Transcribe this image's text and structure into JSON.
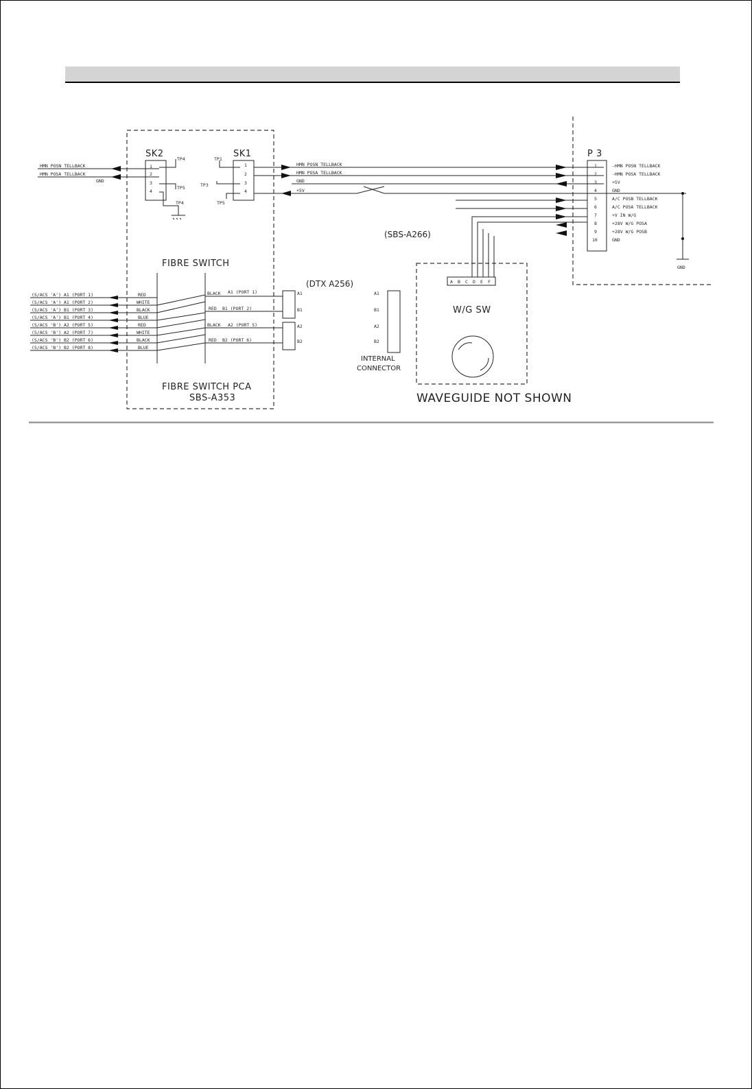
{
  "labels": {
    "sk2": "SK2",
    "sk1": "SK1",
    "p3": "P 3",
    "sbs_a266": "(SBS-A266)",
    "fibre_switch": "FIBRE SWITCH",
    "dtx_a256": "(DTX A256)",
    "wg_sw": "W/G SW",
    "fibre_switch_pca_line1": "FIBRE SWITCH PCA",
    "fibre_switch_pca_line2": "SBS-A353",
    "internal_connector_line1": "INTERNAL",
    "internal_connector_line2": "CONNECTOR",
    "waveguide_not_shown": "WAVEGUIDE NOT SHOWN",
    "gnd_ground": "GND"
  },
  "sk2_inputs": [
    {
      "text": "HMN POSN TELLBACK"
    },
    {
      "text": "HMN POSA TELLBACK"
    },
    {
      "text": "GND"
    }
  ],
  "sk2_pins": [
    "1",
    "2",
    "3",
    "4"
  ],
  "sk2_tps": [
    "TP4",
    "TP5",
    "TP4"
  ],
  "sk1_pins": [
    "1",
    "2",
    "3",
    "4"
  ],
  "sk1_tps": [
    "TP1",
    "TP3",
    "TP5"
  ],
  "mid_signals": [
    {
      "text": "HMN POSN TELLBACK"
    },
    {
      "text": "HMN POSA TELLBACK"
    },
    {
      "text": "GND"
    },
    {
      "text": "+5V"
    }
  ],
  "p3_pins": [
    {
      "num": "1",
      "text": "-HMN POSN TELLBACK"
    },
    {
      "num": "2",
      "text": "-HMN POSA TELLBACK"
    },
    {
      "num": "3",
      "text": "+5V"
    },
    {
      "num": "4",
      "text": "GND"
    },
    {
      "num": "5",
      "text": "A/C POSB TELLBACK"
    },
    {
      "num": "6",
      "text": "A/C POSA TELLBACK"
    },
    {
      "num": "7",
      "text": "+V IN W/G"
    },
    {
      "num": "8",
      "text": "+28V W/G POSA"
    },
    {
      "num": "9",
      "text": "+28V W/G POSB"
    },
    {
      "num": "10",
      "text": "GND"
    }
  ],
  "wg_pins": [
    "A",
    "B",
    "C",
    "D",
    "E",
    "F"
  ],
  "fibre_inputs": [
    "(S/ACS 'A') A1 (PORT 1)",
    "(S/ACS 'A') A1 (PORT 2)",
    "(S/ACS 'A') B1 (PORT 3)",
    "(S/ACS 'A') B1 (PORT 4)",
    "(S/ACS 'B') A2 (PORT 5)",
    "(S/ACS 'B') A2 (PORT 7)",
    "(S/ACS 'B') B2 (PORT 6)",
    "(S/ACS 'B') B2 (PORT 8)"
  ],
  "wire_colors": [
    "RED",
    "WHITE",
    "BLACK",
    "BLUE",
    "RED",
    "WHITE",
    "BLACK",
    "BLUE"
  ],
  "fibre_outputs": [
    {
      "color": "BLACK",
      "text": "A1 (PORT 1)"
    },
    {
      "color": "RED",
      "text": "B1 (PORT 2)"
    },
    {
      "color": "BLACK",
      "text": "A2 (PORT 5)"
    },
    {
      "color": "RED",
      "text": "B2 (PORT 6)"
    }
  ],
  "dtx_pins_left": [
    "A1",
    "B1",
    "A2",
    "B2"
  ],
  "dtx_pins_right": [
    "A1",
    "B1",
    "A2",
    "B2"
  ]
}
